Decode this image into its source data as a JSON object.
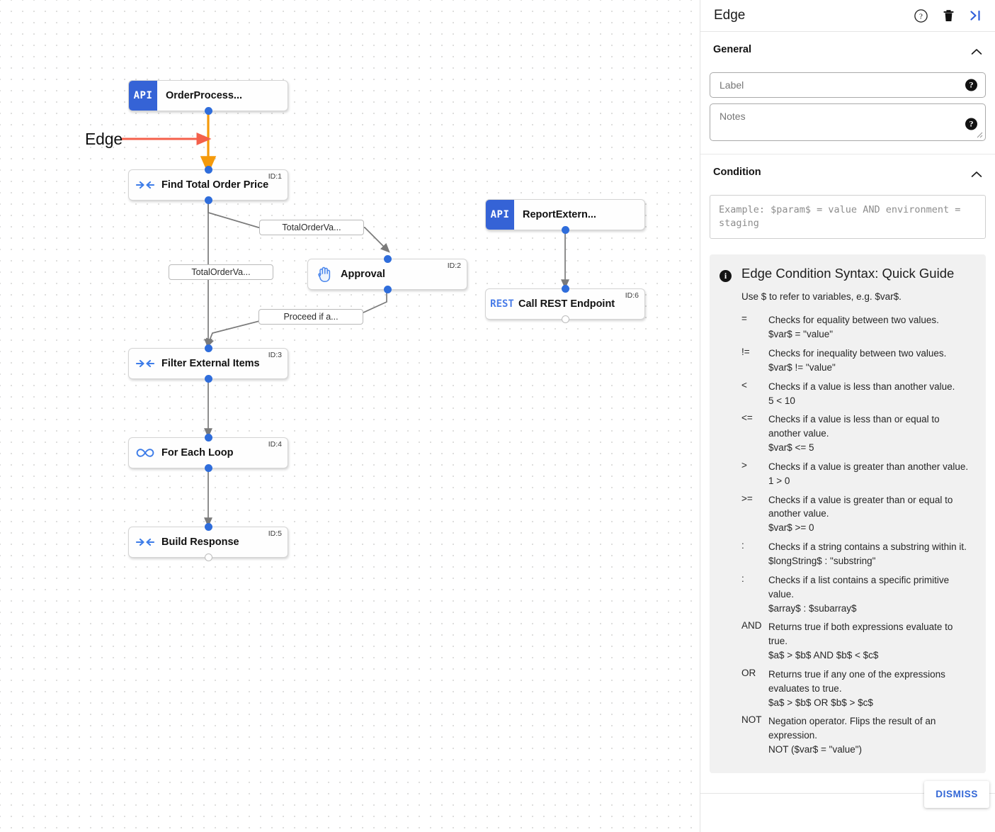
{
  "canvas": {
    "annotation": {
      "label": "Edge",
      "arrow_color": "#f4604b"
    },
    "nodes": [
      {
        "id": "n0",
        "title": "OrderProcess...",
        "badge": "API",
        "kind": "api",
        "idlabel": ""
      },
      {
        "id": "n1",
        "title": "Find Total Order Price",
        "icon": "converge-arrows-icon",
        "kind": "task",
        "idlabel": "ID:1"
      },
      {
        "id": "n2",
        "title": "Approval",
        "icon": "hand-icon",
        "kind": "task",
        "idlabel": "ID:2"
      },
      {
        "id": "n3",
        "title": "Filter External Items",
        "icon": "converge-arrows-icon",
        "kind": "task",
        "idlabel": "ID:3"
      },
      {
        "id": "n4",
        "title": "For Each Loop",
        "icon": "infinity-icon",
        "kind": "task",
        "idlabel": "ID:4"
      },
      {
        "id": "n5",
        "title": "Build Response",
        "icon": "converge-arrows-icon",
        "kind": "task",
        "idlabel": "ID:5"
      },
      {
        "id": "n6",
        "title": "ReportExtern...",
        "badge": "API",
        "kind": "api",
        "idlabel": ""
      },
      {
        "id": "n7",
        "title": "Call REST Endpoint",
        "badge": "REST",
        "kind": "rest",
        "idlabel": "ID:6"
      }
    ],
    "edge_labels": [
      {
        "text": "TotalOrderVa..."
      },
      {
        "text": "TotalOrderVa..."
      },
      {
        "text": "Proceed if a..."
      }
    ]
  },
  "panel": {
    "title": "Edge",
    "header_icons": [
      {
        "name": "help-icon"
      },
      {
        "name": "delete-icon"
      },
      {
        "name": "collapse-panel-icon"
      }
    ],
    "general": {
      "heading": "General",
      "label_field": {
        "placeholder": "Label",
        "value": ""
      },
      "notes_field": {
        "placeholder": "Notes",
        "value": ""
      }
    },
    "condition": {
      "heading": "Condition",
      "placeholder": "Example: $param$ = value AND environment = staging",
      "value": ""
    },
    "guide": {
      "title": "Edge Condition Syntax: Quick Guide",
      "subtitle": "Use $ to refer to variables, e.g. $var$.",
      "rows": [
        {
          "symbol": "=",
          "description": "Checks for equality between two values.",
          "example": "$var$ = \"value\""
        },
        {
          "symbol": "!=",
          "description": "Checks for inequality between two values.",
          "example": "$var$ != \"value\""
        },
        {
          "symbol": "<",
          "description": "Checks if a value is less than another value.",
          "example": "5 < 10"
        },
        {
          "symbol": "<=",
          "description": "Checks if a value is less than or equal to another value.",
          "example": "$var$ <= 5"
        },
        {
          "symbol": ">",
          "description": "Checks if a value is greater than another value.",
          "example": "1 > 0"
        },
        {
          "symbol": ">=",
          "description": "Checks if a value is greater than or equal to another value.",
          "example": "$var$ >= 0"
        },
        {
          "symbol": ":",
          "description": "Checks if a string contains a substring within it.",
          "example": "$longString$ : \"substring\""
        },
        {
          "symbol": ":",
          "description": "Checks if a list contains a specific primitive value.",
          "example": "$array$ : $subarray$"
        },
        {
          "symbol": "AND",
          "description": "Returns true if both expressions evaluate to true.",
          "example": "$a$ > $b$ AND $b$ < $c$"
        },
        {
          "symbol": "OR",
          "description": "Returns true if any one of the expressions evaluates to true.",
          "example": "$a$ > $b$ OR $b$ > $c$"
        },
        {
          "symbol": "NOT",
          "description": "Negation operator. Flips the result of an expression.",
          "example": "NOT ($var$ = \"value\")"
        }
      ]
    },
    "footer": {
      "dismiss_label": "DISMISS"
    }
  },
  "colors": {
    "accent_blue": "#3563d6",
    "handle_blue": "#2f6ddb",
    "selected_edge": "#f59a0b",
    "annotation_red": "#f4604b"
  }
}
